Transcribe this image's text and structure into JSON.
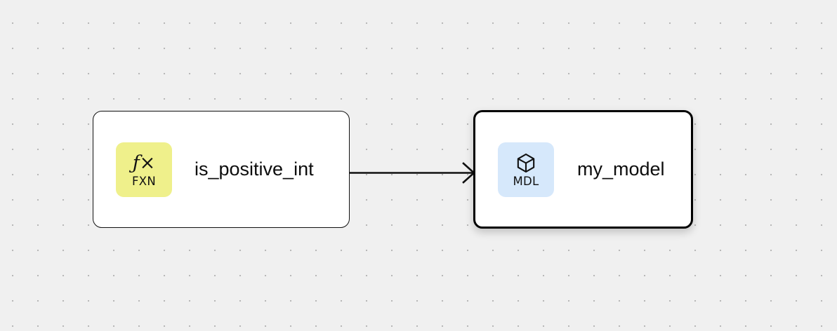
{
  "canvas": {
    "background_color": "#f0f0f0",
    "dot_color": "#b8b8b8",
    "dot_spacing": 36
  },
  "edge": {
    "name": "edge-fxn-to-mdl",
    "color": "#111111",
    "from": "is_positive_int",
    "to": "my_model",
    "arrow": "open-chevron"
  },
  "nodes": [
    {
      "id": "node-fxn",
      "title": "is_positive_int",
      "badge": {
        "glyph": "ƒ×",
        "label": "FXN",
        "color": "#eff08b"
      },
      "selected": false
    },
    {
      "id": "node-mdl",
      "title": "my_model",
      "badge": {
        "glyph": "cube-icon",
        "label": "MDL",
        "color": "#d6e8fb"
      },
      "selected": true
    }
  ]
}
